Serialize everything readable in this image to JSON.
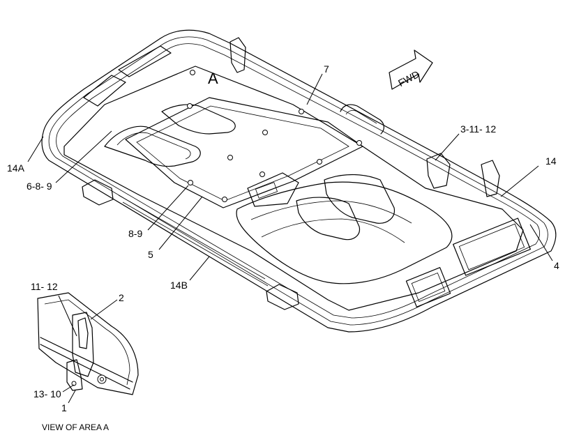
{
  "area_marker": "A",
  "direction": "FWD",
  "callouts": {
    "c7": "7",
    "c3_11_12": "3-11- 12",
    "c14": "14",
    "c14a": "14A",
    "c6_8_9": "6-8- 9",
    "c8_9": "8-9",
    "c5": "5",
    "c14b": "14B",
    "c4": "4",
    "c11_12": "11- 12",
    "c2": "2",
    "c13_10": "13- 10",
    "c1": "1"
  },
  "caption": "VIEW OF AREA A"
}
